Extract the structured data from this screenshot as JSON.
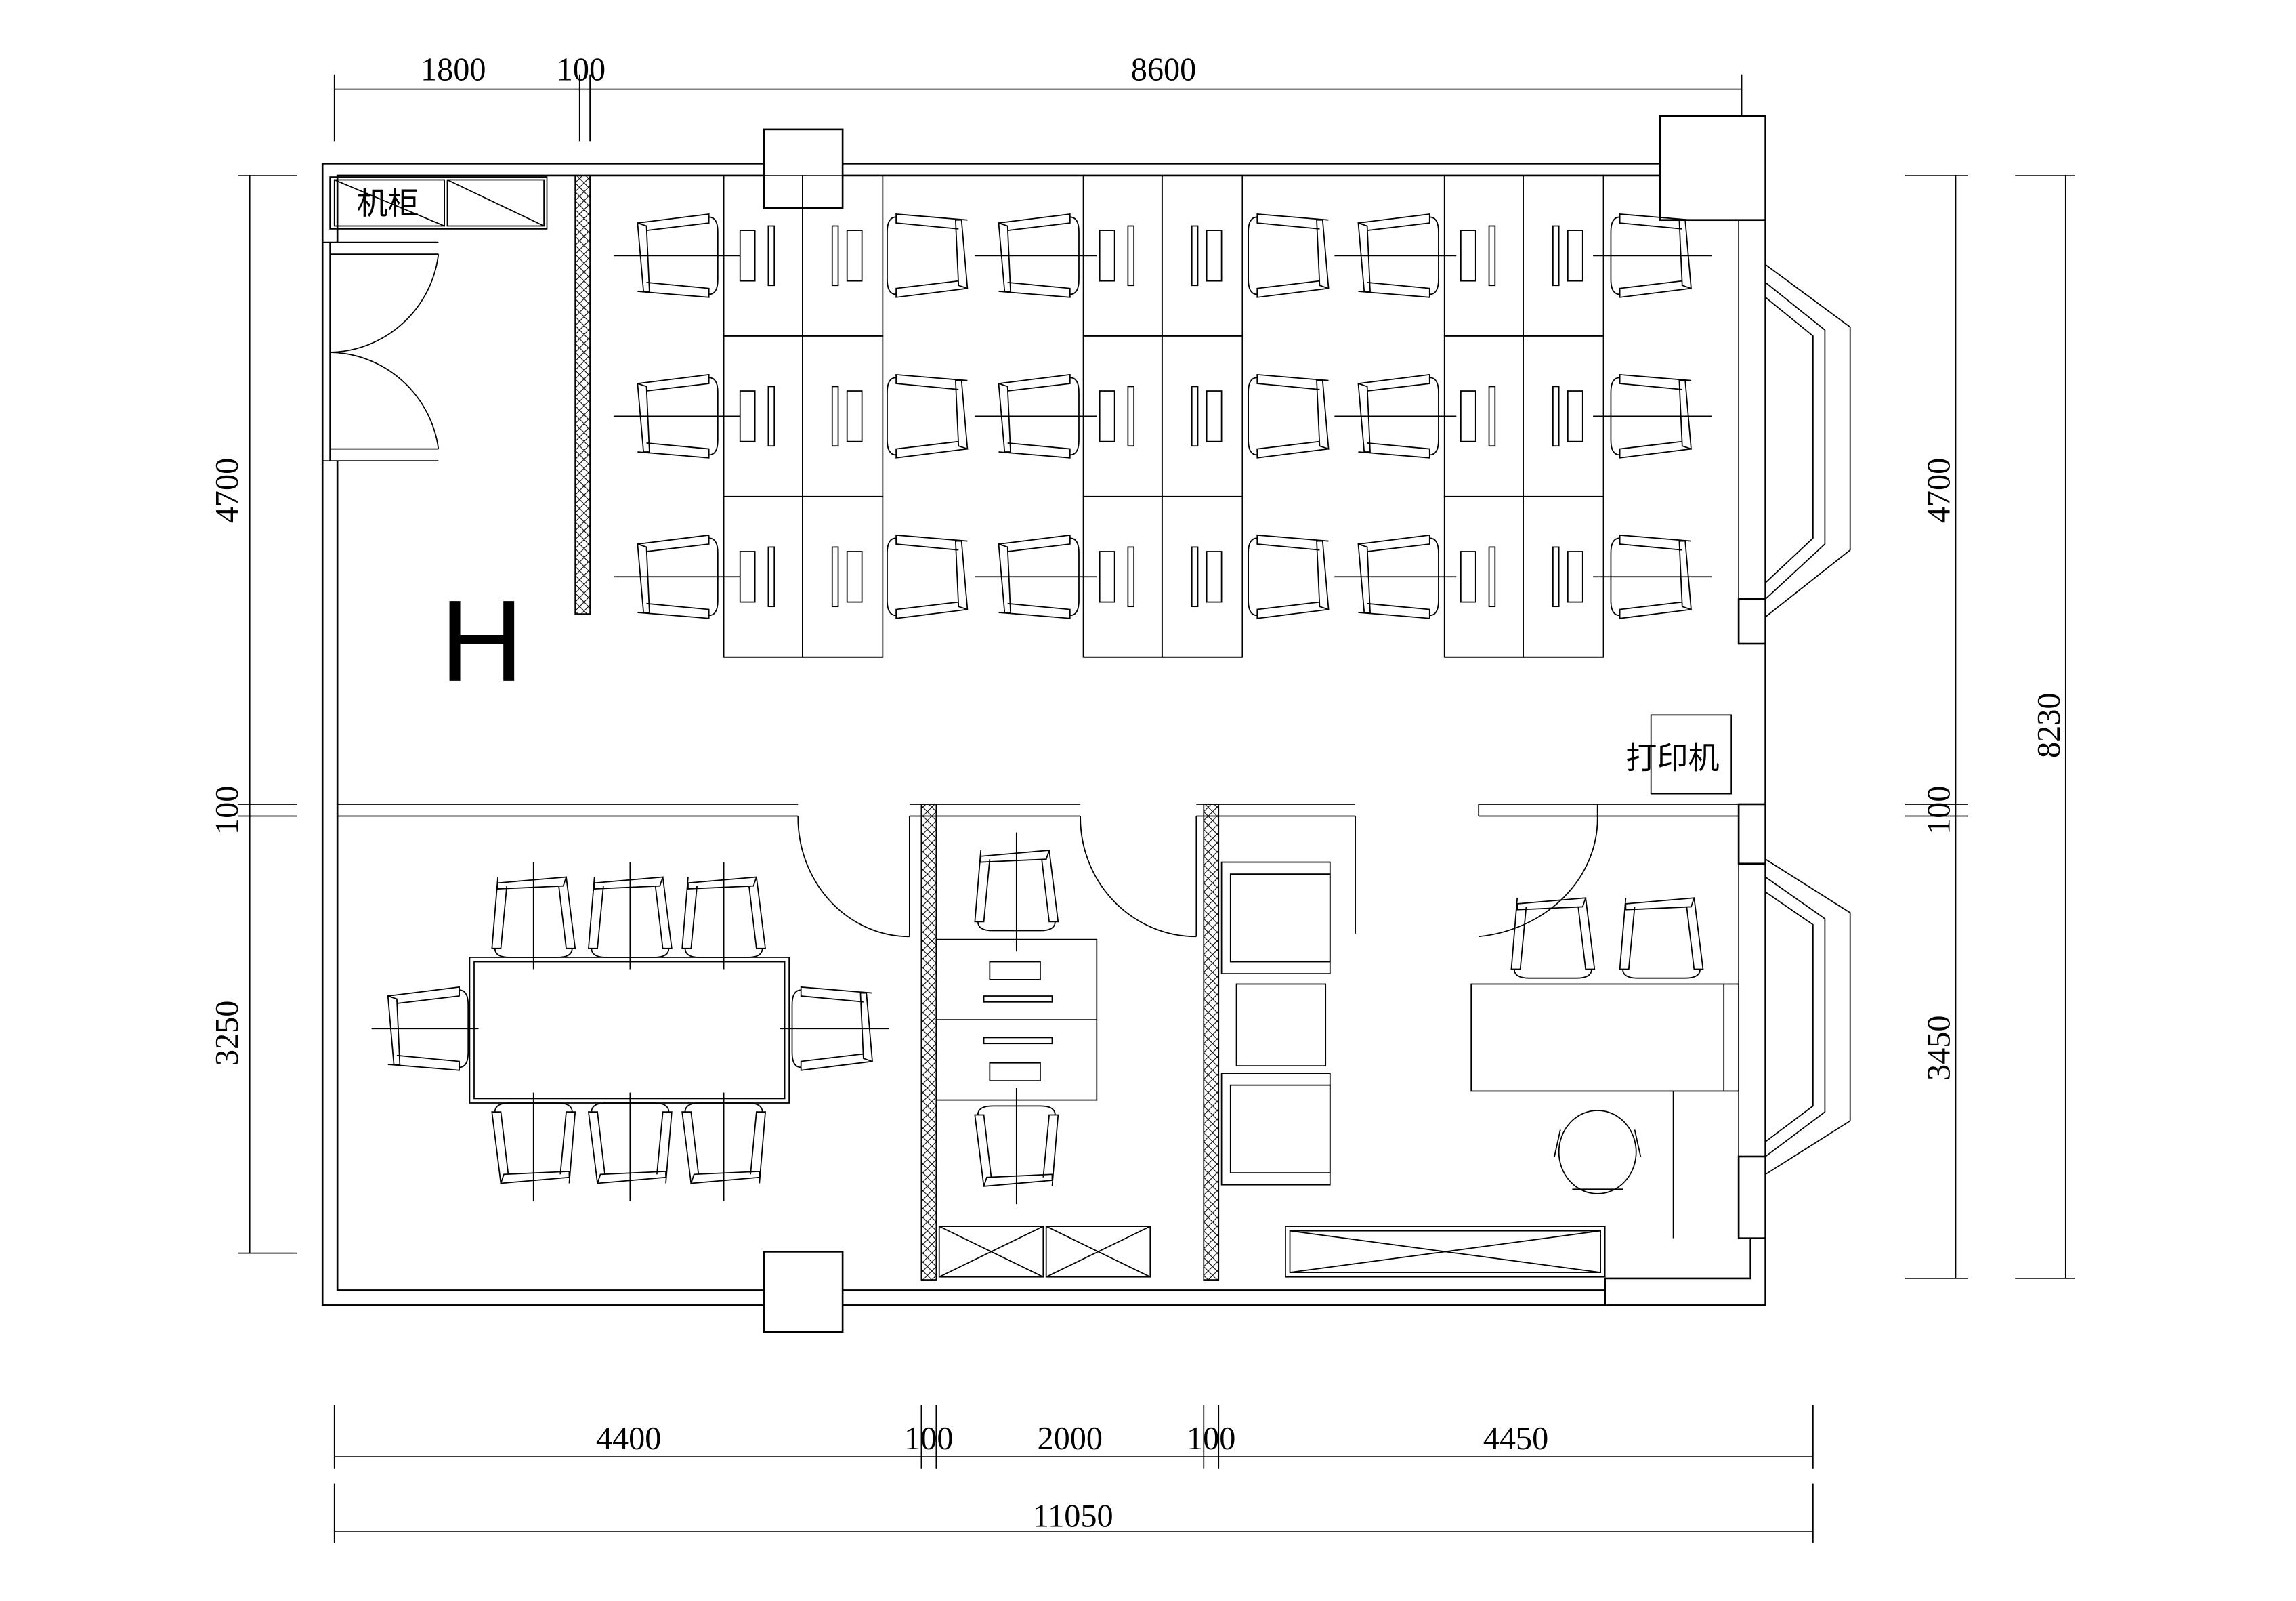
{
  "labels": {
    "cabinet": "机柜",
    "printer": "打印机",
    "area_mark": "H"
  },
  "dimensions": {
    "top": [
      "1800",
      "100",
      "8600"
    ],
    "left": [
      "4700",
      "100",
      "3250"
    ],
    "right": [
      "4700",
      "100",
      "3450"
    ],
    "right_total": "8230",
    "bottom": [
      "4400",
      "100",
      "2000",
      "100",
      "4450"
    ],
    "bottom_total": "11050"
  }
}
